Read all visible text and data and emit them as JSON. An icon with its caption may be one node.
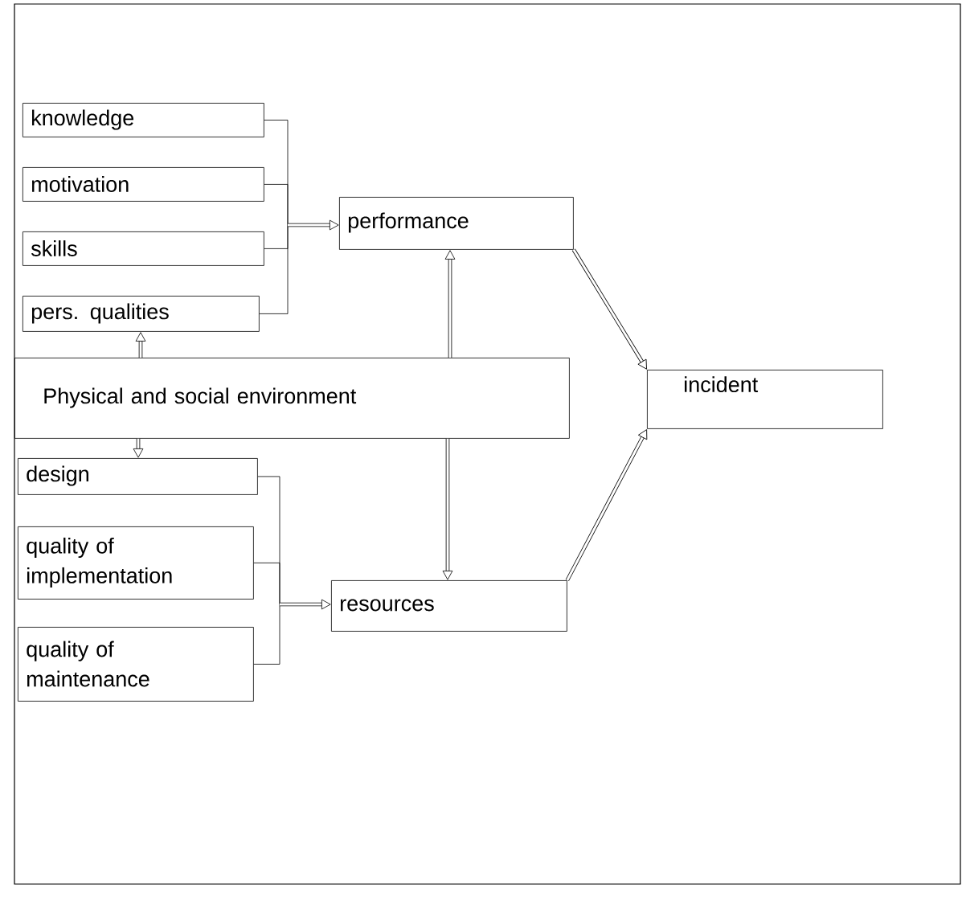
{
  "diagram": {
    "nodes": [
      {
        "text": [
          "knowledge"
        ]
      },
      {
        "text": [
          "motivation"
        ]
      },
      {
        "text": [
          "skills"
        ]
      },
      {
        "text": [
          "pers. qualities"
        ]
      },
      {
        "text": [
          "performance"
        ]
      },
      {
        "text": [
          "Physical and  social environment"
        ]
      },
      {
        "text": [
          "design"
        ]
      },
      {
        "text": [
          "quality of implementation"
        ]
      },
      {
        "text": [
          "quality of maintenance"
        ]
      },
      {
        "text": [
          "resources"
        ]
      },
      {
        "text": [
          "incident"
        ]
      }
    ],
    "edges": [
      {
        "from": 0,
        "to": 4,
        "arrow": "to"
      },
      {
        "from": 1,
        "to": 4,
        "arrow": "to"
      },
      {
        "from": 2,
        "to": 4,
        "arrow": "to"
      },
      {
        "from": 3,
        "to": 4,
        "arrow": "to"
      },
      {
        "from": 5,
        "to": 3,
        "arrow": "to",
        "style": "thick"
      },
      {
        "from": 5,
        "to": 4,
        "arrow": "to",
        "style": "thick"
      },
      {
        "from": 5,
        "to": 6,
        "arrow": "to",
        "style": "thick"
      },
      {
        "from": 5,
        "to": 9,
        "arrow": "to",
        "style": "thick"
      },
      {
        "from": 6,
        "to": 9,
        "arrow": "to"
      },
      {
        "from": 7,
        "to": 9,
        "arrow": "to"
      },
      {
        "from": 8,
        "to": 9,
        "arrow": "to"
      },
      {
        "from": 4,
        "to": 10,
        "arrow": "to",
        "style": "thick"
      },
      {
        "from": 9,
        "to": 10,
        "arrow": "to",
        "style": "thick"
      }
    ]
  }
}
